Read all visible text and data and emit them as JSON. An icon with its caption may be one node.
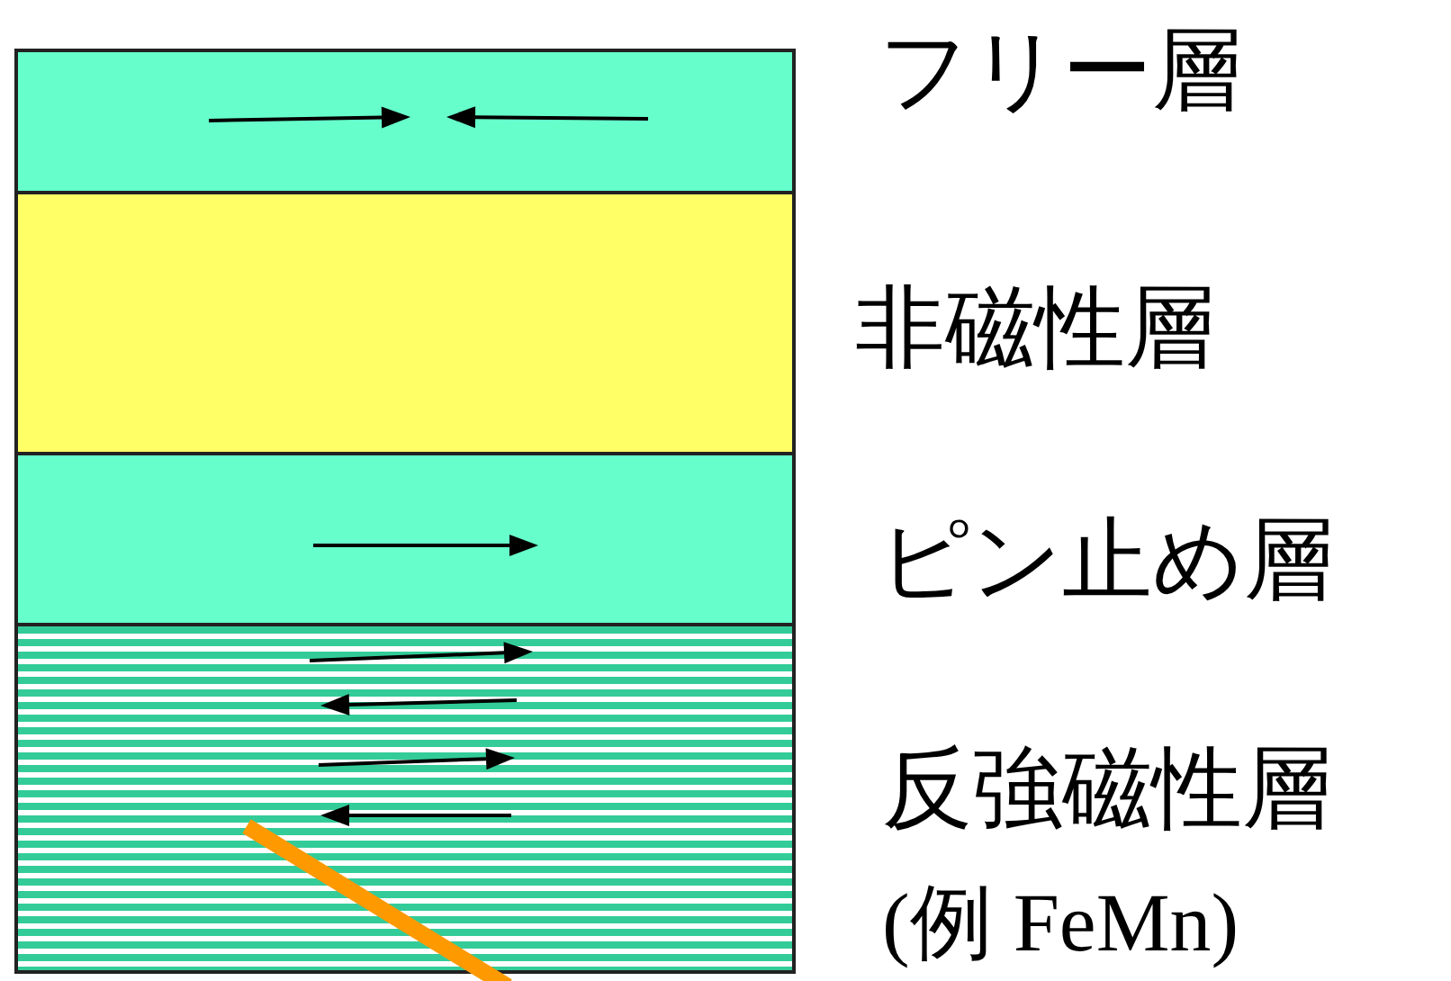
{
  "diagram": {
    "nodes": [
      {
        "text": [
          "フリー層"
        ]
      },
      {
        "text": [
          "非磁性層"
        ]
      },
      {
        "text": [
          "ピン止め層"
        ]
      },
      {
        "text": [
          "反強磁性層",
          "(例 FeMn)"
        ]
      }
    ]
  }
}
